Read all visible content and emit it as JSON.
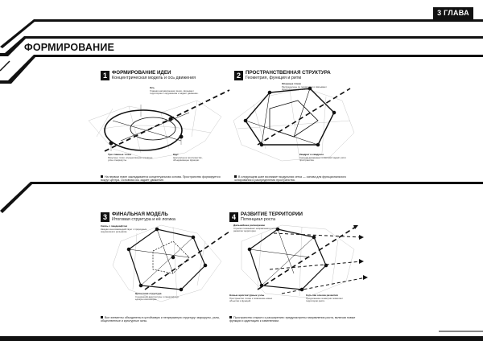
{
  "header": {
    "chapter_label": "3 ГЛАВА",
    "title": "ФОРМИРОВАНИЕ"
  },
  "panels": [
    {
      "number": "1",
      "title": "ФОРМИРОВАНИЕ ИДЕИ",
      "subtitle": "Концентрическая модель и ось движения",
      "annotations": [
        {
          "title": "Ось",
          "text": "Главная направляющая линия, связывает территорию с окружением и задаёт движение."
        },
        {
          "title": "Три главные точки",
          "text": "Фокусные точки, определяющие основные узлы и маршруты."
        },
        {
          "title": "Круг",
          "text": "Центральное пространство, объединяющее функции."
        }
      ],
      "description": "На первом этапе закладывается концептуальная основа. Пространство формируется вокруг центра. Основная ось задаёт движение."
    },
    {
      "number": "2",
      "title": "ПРОСТРАНСТВЕННАЯ СТРУКТУРА",
      "subtitle": "Геометрия, функция и ритм",
      "annotations": [
        {
          "title": "Опорные точки",
          "text": "Распределены по территории и связывают функции в единую систему."
        },
        {
          "title": "Квадрат в квадрате",
          "text": "Система вложенных геометрий задаёт ритм пространства."
        }
      ],
      "description": "В следующем шаге возникает модульная сетка — основа для функционального зонирования и распределения пространства."
    },
    {
      "number": "3",
      "title": "ФИНАЛЬНАЯ МОДЕЛЬ",
      "subtitle": "Итоговая структура и её логика",
      "annotations": [
        {
          "title": "Связь с ландшафтом",
          "text": "Каждая зона взаимодействует с природным окружением и рельефом."
        },
        {
          "title": "Целостная структура",
          "text": "Соединение архитектуры и ландшафта в единую композицию."
        }
      ],
      "description": "Все элементы объединены в устойчивую и непрерывную структуру: маршруты, узлы, общественные и культурные зоны."
    },
    {
      "number": "4",
      "title": "РАЗВИТИЕ ТЕРРИТОРИИ",
      "subtitle": "Потенциал роста",
      "annotations": [
        {
          "title": "Дальнейшее расширение",
          "text": "Стрелки показывают направления роста и развития территории."
        },
        {
          "title": "Новые архитектурные узлы",
          "text": "Пространство готово к появлению новых объектов и функций."
        },
        {
          "title": "Сеть как основа развития",
          "text": "Продолжение геометрии позволяет территории расти."
        }
      ],
      "description": "Пространство открыто к расширению: предусмотрены направления роста, включая новые функции и адаптацию к изменениям."
    }
  ]
}
